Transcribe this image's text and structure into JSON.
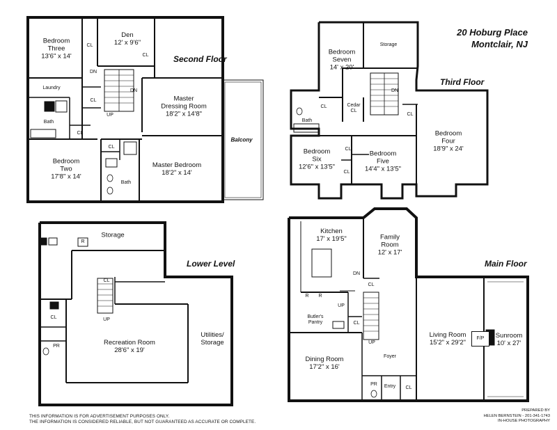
{
  "address": {
    "line1": "20 Hoburg Place",
    "line2": "Montclair, NJ"
  },
  "floors": {
    "second": "Second Floor",
    "third": "Third Floor",
    "lower": "Lower Level",
    "main": "Main Floor"
  },
  "second_floor": {
    "bedroom_three": {
      "name1": "Bedroom",
      "name2": "Three",
      "dims": "13'6\" x 14'"
    },
    "den": {
      "name": "Den",
      "dims": "12' x 9'6\""
    },
    "master_dressing": {
      "name1": "Master",
      "name2": "Dressing Room",
      "dims": "18'2\" x 14'8\""
    },
    "bedroom_two": {
      "name1": "Bedroom",
      "name2": "Two",
      "dims": "17'8\" x 14'"
    },
    "master_bedroom": {
      "name": "Master Bedroom",
      "dims": "18'2\" x 14'"
    },
    "laundry": "Laundry",
    "bath1": "Bath",
    "bath2": "Bath",
    "balcony": "Balcony",
    "cl1": "CL",
    "cl2": "CL",
    "cl3": "CL",
    "cl4": "CL",
    "cl5": "CL",
    "dn1": "DN",
    "dn2": "DN",
    "up": "UP"
  },
  "third_floor": {
    "bedroom_seven": {
      "name1": "Bedroom",
      "name2": "Seven",
      "dims": "14' x 20'"
    },
    "storage": "Storage",
    "bedroom_four": {
      "name1": "Bedroom",
      "name2": "Four",
      "dims": "18'9\" x 24'"
    },
    "bedroom_six": {
      "name1": "Bedroom",
      "name2": "Six",
      "dims": "12'6\" x 13'5\""
    },
    "bedroom_five": {
      "name1": "Bedroom",
      "name2": "Five",
      "dims": "14'4\" x 13'5\""
    },
    "cedar_cl": {
      "name1": "Cedar",
      "name2": "CL"
    },
    "bath": "Bath",
    "cl1": "CL",
    "cl2": "CL",
    "cl3": "CL",
    "cl4": "CL",
    "dn": "DN"
  },
  "lower_level": {
    "storage": "Storage",
    "recreation": {
      "name": "Recreation Room",
      "dims": "28'6\" x 19'"
    },
    "utilities": {
      "name1": "Utilities/",
      "name2": "Storage"
    },
    "cl1": "CL",
    "cl2": "CL",
    "pr": "PR",
    "r": "R",
    "up": "UP"
  },
  "main_floor": {
    "kitchen": {
      "name": "Kitchen",
      "dims": "17' x 19'5\""
    },
    "family": {
      "name1": "Family",
      "name2": "Room",
      "dims": "12' x 17'"
    },
    "butlers": {
      "name1": "Butler's",
      "name2": "Pantry"
    },
    "living": {
      "name": "Living Room",
      "dims": "15'2\" x 29'2\""
    },
    "sunroom": {
      "name": "Sunroom",
      "dims": "10' x 27'"
    },
    "dining": {
      "name": "Dining Room",
      "dims": "17'2\" x 16'"
    },
    "foyer": "Foyer",
    "entry": "Entry",
    "pr": "PR",
    "fp": "F/P",
    "cl1": "CL",
    "cl2": "CL",
    "cl3": "CL",
    "r1": "R",
    "r2": "R",
    "dn": "DN",
    "up1": "UP",
    "up2": "UP"
  },
  "disclaimer": {
    "line1": "THIS INFORMATION IS FOR ADVERTISEMENT PURPOSES ONLY.",
    "line2": "THE INFORMATION IS CONSIDERED RELIABLE, BUT NOT GUARANTEED AS ACCURATE OR COMPLETE."
  },
  "credit": {
    "line1": "PREPARED BY",
    "line2": "HELEN BERNSTEIN - 201-341-1743",
    "line3": "IN-HOUSE PHOTOGRAPHY"
  }
}
